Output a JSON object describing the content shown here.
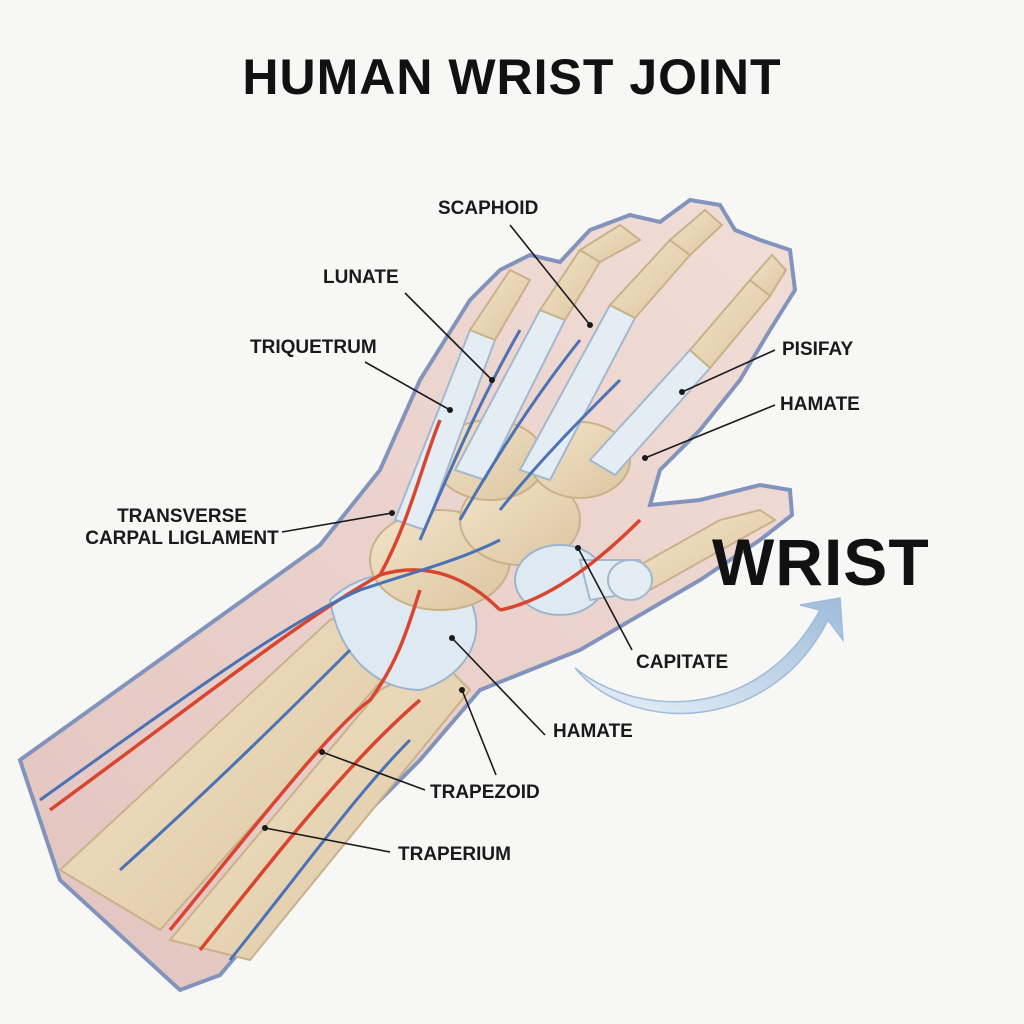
{
  "title": "HUMAN WRIST JOINT",
  "side_label": "WRIST",
  "labels": {
    "scaphoid": "SCAPHOID",
    "lunate": "LUNATE",
    "triquetrum": "TRIQUETRUM",
    "pisifay": "PISIFAY",
    "hamate_upper": "HAMATE",
    "transverse_line1": "TRANSVERSE",
    "transverse_line2": "CARPAL LIGLAMENT",
    "capitate": "CAPITATE",
    "hamate_lower": "HAMATE",
    "trapezoid": "TRAPEZOID",
    "traperium": "TRAPERIUM"
  },
  "colors": {
    "skin": "#e8cfc8",
    "skin_edge": "#7c8fb8",
    "bone": "#e9d7b8",
    "ligament": "#dde8f0",
    "artery": "#d9452f",
    "vein": "#4a72b5",
    "arrow": "#a9c3de"
  }
}
